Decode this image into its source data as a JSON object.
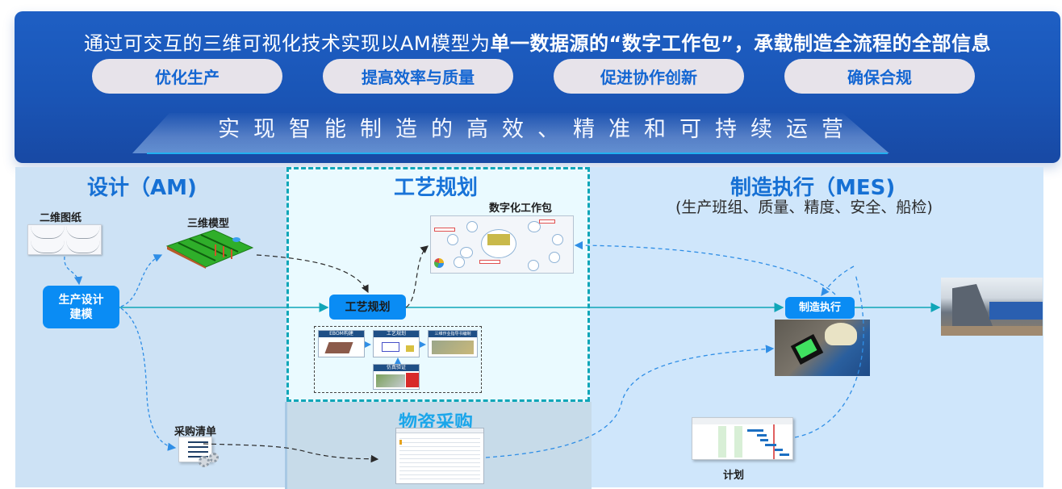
{
  "banner": {
    "headline_normal": "通过可交互的三维可视化技术实现以AM模型为",
    "headline_bold": "单一数据源的“数字工作包”，承载制造全流程的全部信息",
    "pills": [
      "优化生产",
      "提高效率与质量",
      "促进协作创新",
      "确保合规"
    ],
    "slogan": "实现智能制造的高效、精准和可持续运营"
  },
  "sections": {
    "design": {
      "title": "设计（AM)"
    },
    "planning": {
      "title": "工艺规划"
    },
    "mes": {
      "title": "制造执行（MES)",
      "subtitle": "(生产班组、质量、精度、安全、船检)"
    },
    "procurement": {
      "title": "物资采购"
    }
  },
  "labels": {
    "drawing_2d": "二维图纸",
    "model_3d": "三维模型",
    "digital_work_package": "数字化工作包",
    "purchase_list": "采购清单",
    "schedule": "计划"
  },
  "nodes": {
    "production_design": "生产设计\n建模",
    "process_planning": "工艺规划",
    "manufacturing_execution": "制造执行"
  },
  "planning_flow": {
    "steps": [
      "EBOM构建",
      "工艺规划",
      "三维作业指导书编制",
      "仿真验证"
    ]
  },
  "colors": {
    "banner_blue": "#1a55b6",
    "pill_bg": "#e7e3ea",
    "pill_text": "#1466d2",
    "node_blue": "#0a8cf4",
    "title_blue": "#1670d4",
    "teal_flow": "#10a6b8",
    "dashed_blue": "#2f8ee6",
    "dashed_dark": "#3a3a3a"
  }
}
